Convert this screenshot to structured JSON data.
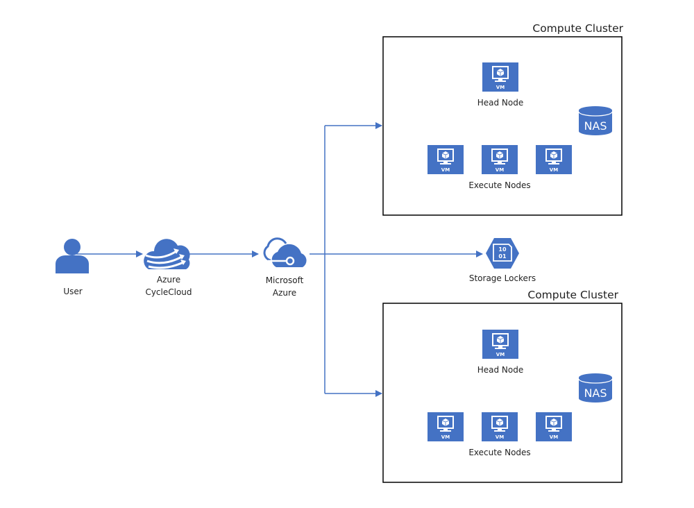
{
  "colors": {
    "icon": "#4472c4",
    "line": "#4472c4",
    "box": "#000000"
  },
  "user": {
    "label": "User",
    "icon": "user-icon"
  },
  "cyclecloud": {
    "line1": "Azure",
    "line2": "CycleCloud",
    "icon": "cyclecloud-icon"
  },
  "azure": {
    "line1": "Microsoft",
    "line2": "Azure",
    "icon": "azure-cloud-icon"
  },
  "storage": {
    "label": "Storage Lockers",
    "icon": "storage-hexagon-icon",
    "glyph1": "10",
    "glyph2": "01"
  },
  "clusters": [
    {
      "title": "Compute Cluster",
      "head_label": "Head Node",
      "execute_label": "Execute Nodes",
      "nas_label": "NAS",
      "vm_label": "VM"
    },
    {
      "title": "Compute Cluster",
      "head_label": "Head Node",
      "execute_label": "Execute Nodes",
      "nas_label": "NAS",
      "vm_label": "VM"
    }
  ]
}
